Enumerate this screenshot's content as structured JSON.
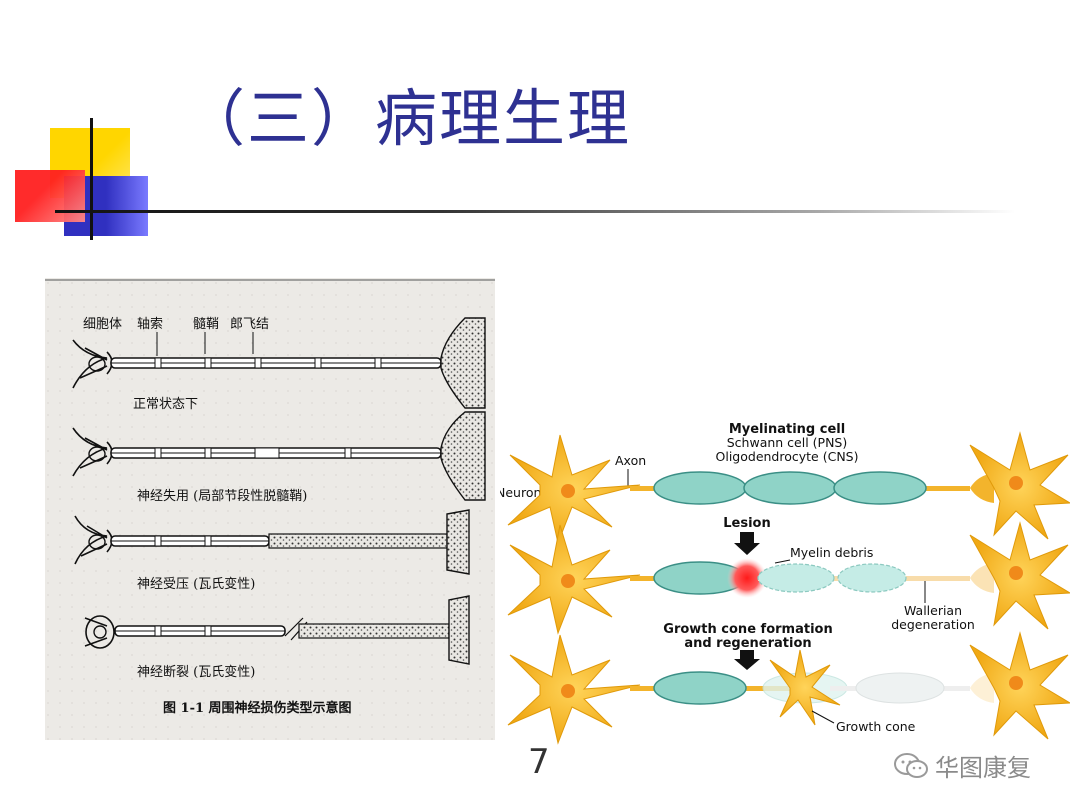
{
  "slide": {
    "title": "（三）病理生理",
    "page_number": "7",
    "watermark": "华图康复"
  },
  "left_figure": {
    "labels_top": [
      "细胞体",
      "轴索",
      "髓鞘",
      "郎飞结"
    ],
    "rows": [
      {
        "caption": "正常状态下"
      },
      {
        "caption": "神经失用 (局部节段性脱髓鞘)"
      },
      {
        "caption": "神经受压 (瓦氏变性)"
      },
      {
        "caption": "神经断裂 (瓦氏变性)"
      }
    ],
    "figure_caption": "图 1-1   周围神经损伤类型示意图"
  },
  "right_figure": {
    "myelinating_cell": "Myelinating cell",
    "schwann": "Schwann cell (PNS)",
    "oligo": "Oligodendrocyte (CNS)",
    "axon": "Axon",
    "neuron": "Neuron",
    "lesion": "Lesion",
    "myelin_debris": "Myelin debris",
    "wallerian_1": "Wallerian",
    "wallerian_2": "degeneration",
    "growth_1": "Growth cone formation",
    "growth_2": "and regeneration",
    "growth_cone": "Growth cone"
  },
  "colors": {
    "title": "#2e3192",
    "neuron": "#f5b81c",
    "myelin": "#8fd3c7",
    "lesion": "#ff2a2a"
  }
}
